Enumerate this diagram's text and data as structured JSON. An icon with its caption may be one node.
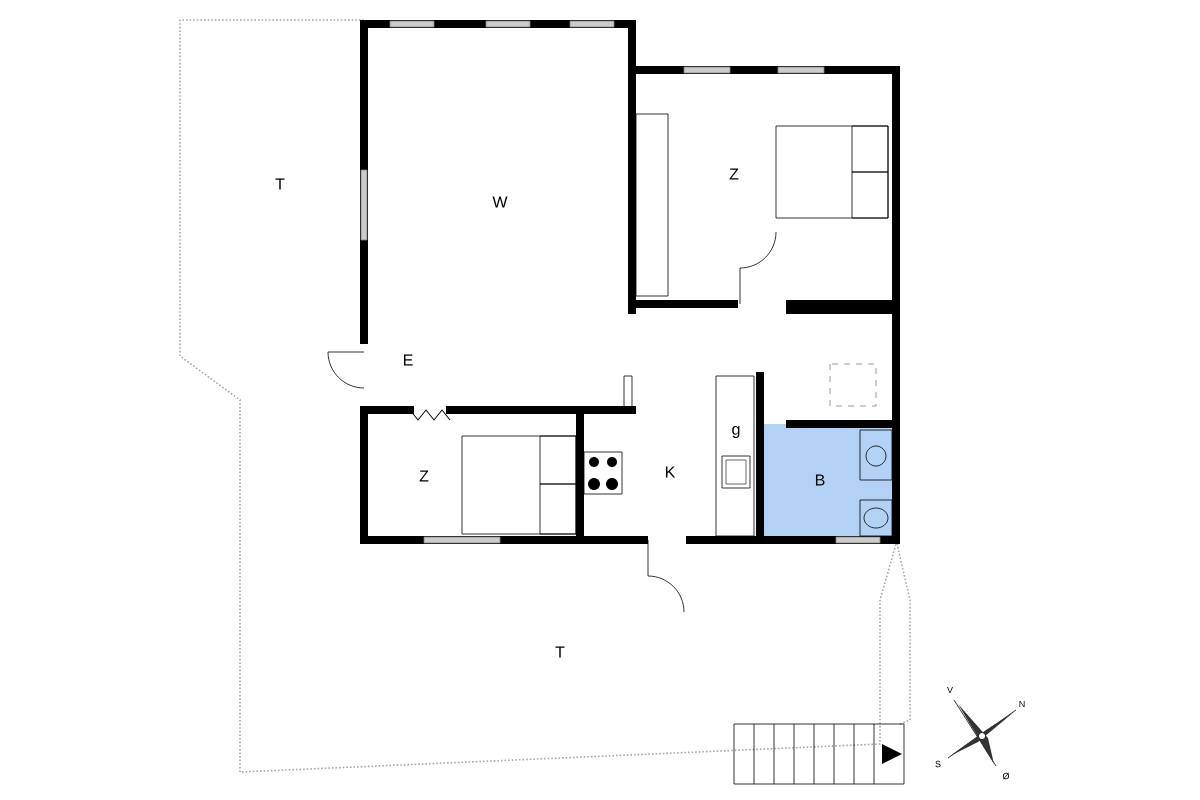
{
  "diagram": {
    "labels": [
      "T",
      "W",
      "Z",
      "E",
      "Z",
      "K",
      "g",
      "B",
      "T",
      "V",
      "N",
      "S",
      "Ø"
    ]
  }
}
